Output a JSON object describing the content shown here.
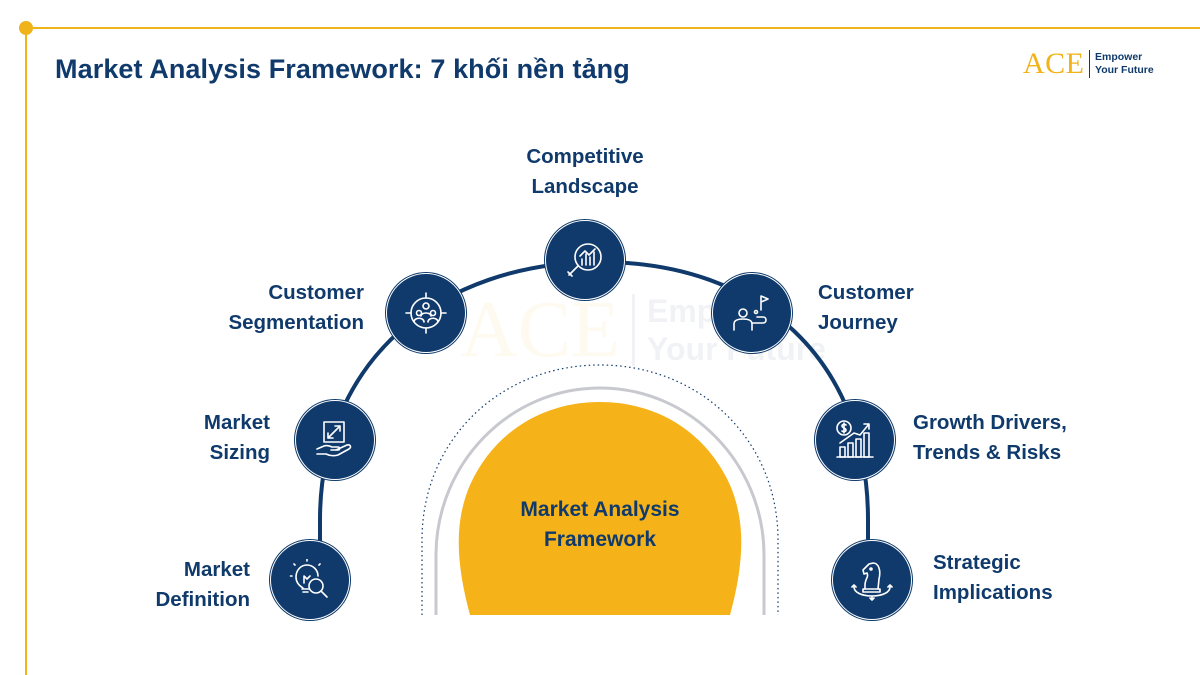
{
  "header": {
    "title": "Market Analysis Framework: 7 khối nền tảng"
  },
  "logo": {
    "mark": "ACE",
    "tagline_line1": "Empower",
    "tagline_line2": "Your Future"
  },
  "colors": {
    "primary": "#0f3a6b",
    "accent": "#f0b41a",
    "background": "#ffffff"
  },
  "center": {
    "line1": "Market Analysis",
    "line2": "Framework"
  },
  "blocks": [
    {
      "line1": "Market",
      "line2": "Definition",
      "icon": "lightbulb-magnifier-icon"
    },
    {
      "line1": "Market",
      "line2": "Sizing",
      "icon": "hand-resize-icon"
    },
    {
      "line1": "Customer",
      "line2": "Segmentation",
      "icon": "target-group-icon"
    },
    {
      "line1": "Competitive",
      "line2": "Landscape",
      "icon": "chart-magnifier-icon"
    },
    {
      "line1": "Customer",
      "line2": "Journey",
      "icon": "person-path-flag-icon"
    },
    {
      "line1": "Growth Drivers,",
      "line2": "Trends & Risks",
      "icon": "dollar-growth-chart-icon"
    },
    {
      "line1": "Strategic",
      "line2": "Implications",
      "icon": "chess-knight-icon"
    }
  ]
}
